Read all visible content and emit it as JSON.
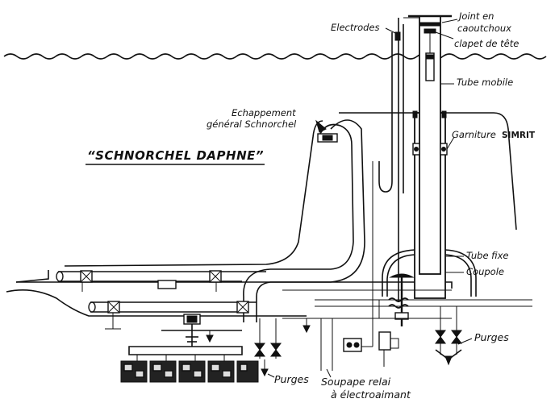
{
  "title": "“SCHNORCHEL DAPHNE”",
  "labels": {
    "electrodes": "Electrodes",
    "joint_line1": "Joint en",
    "joint_line2": "caoutchoux",
    "clapet": "clapet de tête",
    "tube_mobile": "Tube mobile",
    "echappement_line1": "Echappement",
    "echappement_line2": "général Schnorchel",
    "garniture": "Garniture",
    "simrit": "SIMRIT",
    "tube_fixe": "Tube fixe",
    "coupole": "Coupole",
    "purges_right": "Purges",
    "purges_left": "Purges",
    "soupape_line1": "Soupape relai",
    "soupape_line2": "à électroaimant"
  }
}
